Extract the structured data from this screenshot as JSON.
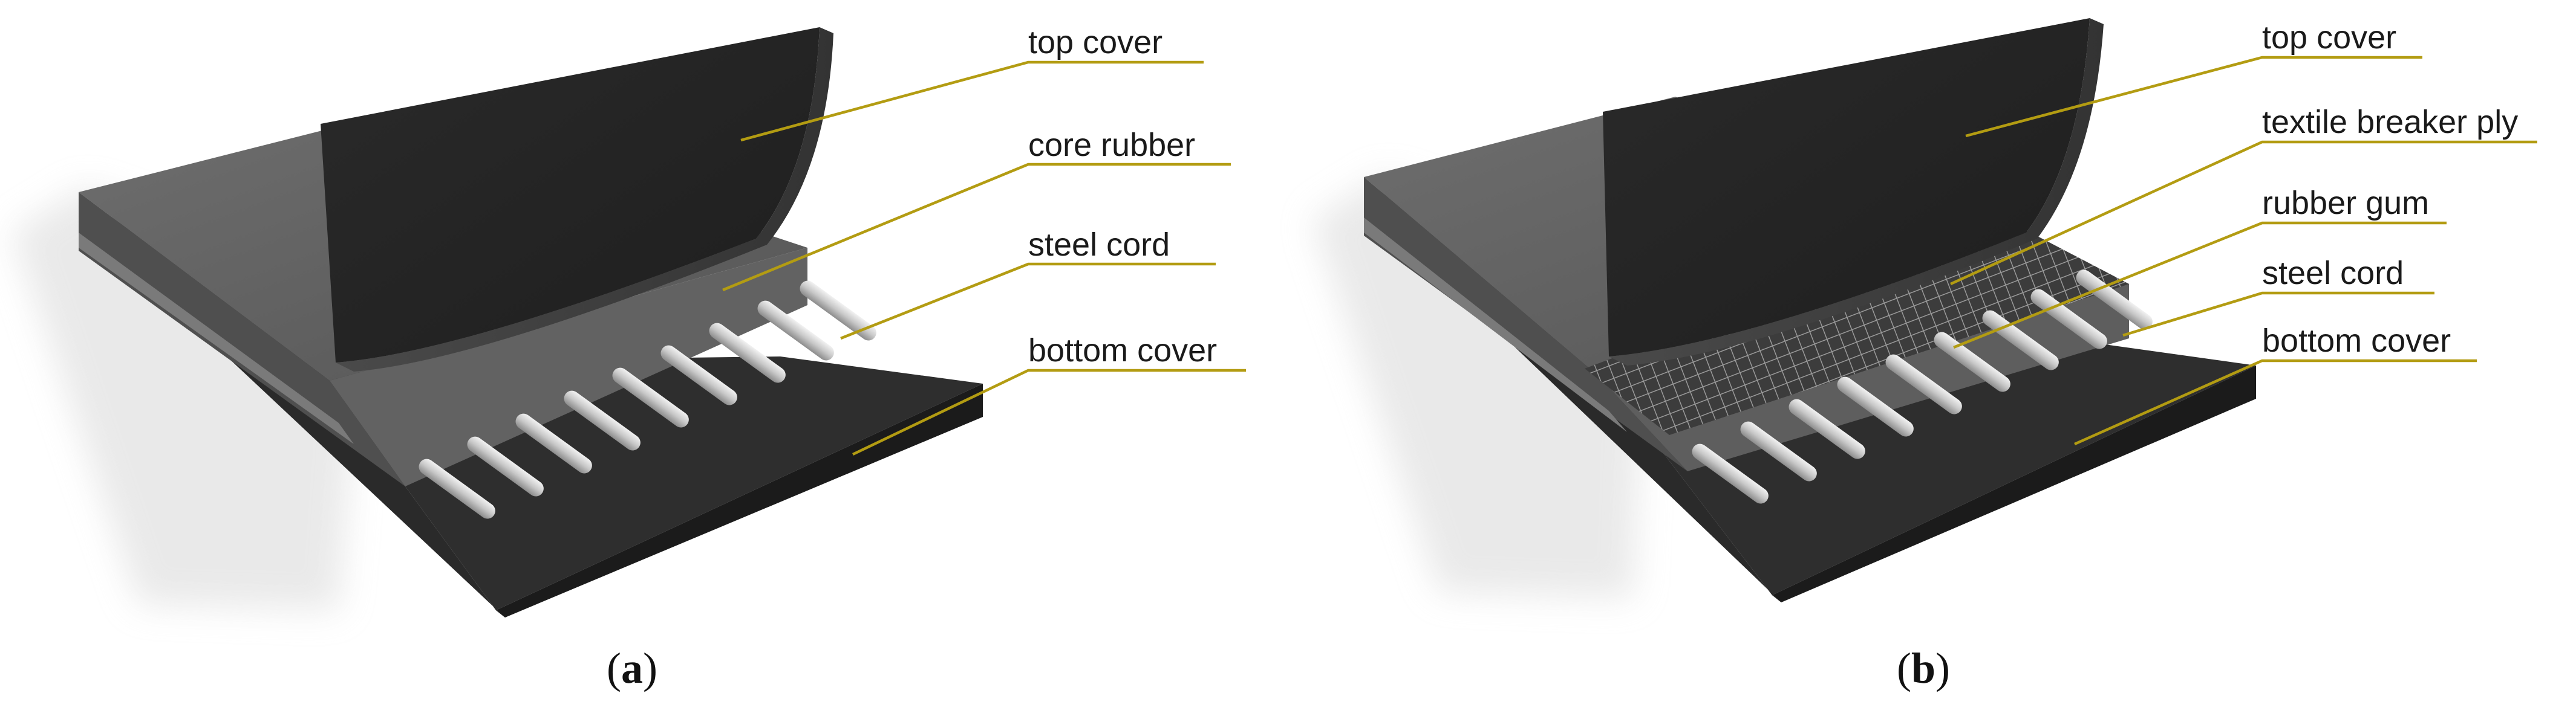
{
  "colors": {
    "leader_line": "#b39c12",
    "top_cover": "#262626",
    "core_rubber": "#5a5a5a",
    "bottom_cover": "#2e2e2e",
    "steel_cord": "#c4c4c4",
    "textile_mesh": "#8a8a8a"
  },
  "panels": [
    {
      "caption": "a",
      "layers": [
        "top cover",
        "core rubber",
        "steel cord",
        "bottom cover"
      ]
    },
    {
      "caption": "b",
      "layers": [
        "top cover",
        "textile breaker ply",
        "rubber gum",
        "steel cord",
        "bottom cover"
      ]
    }
  ]
}
